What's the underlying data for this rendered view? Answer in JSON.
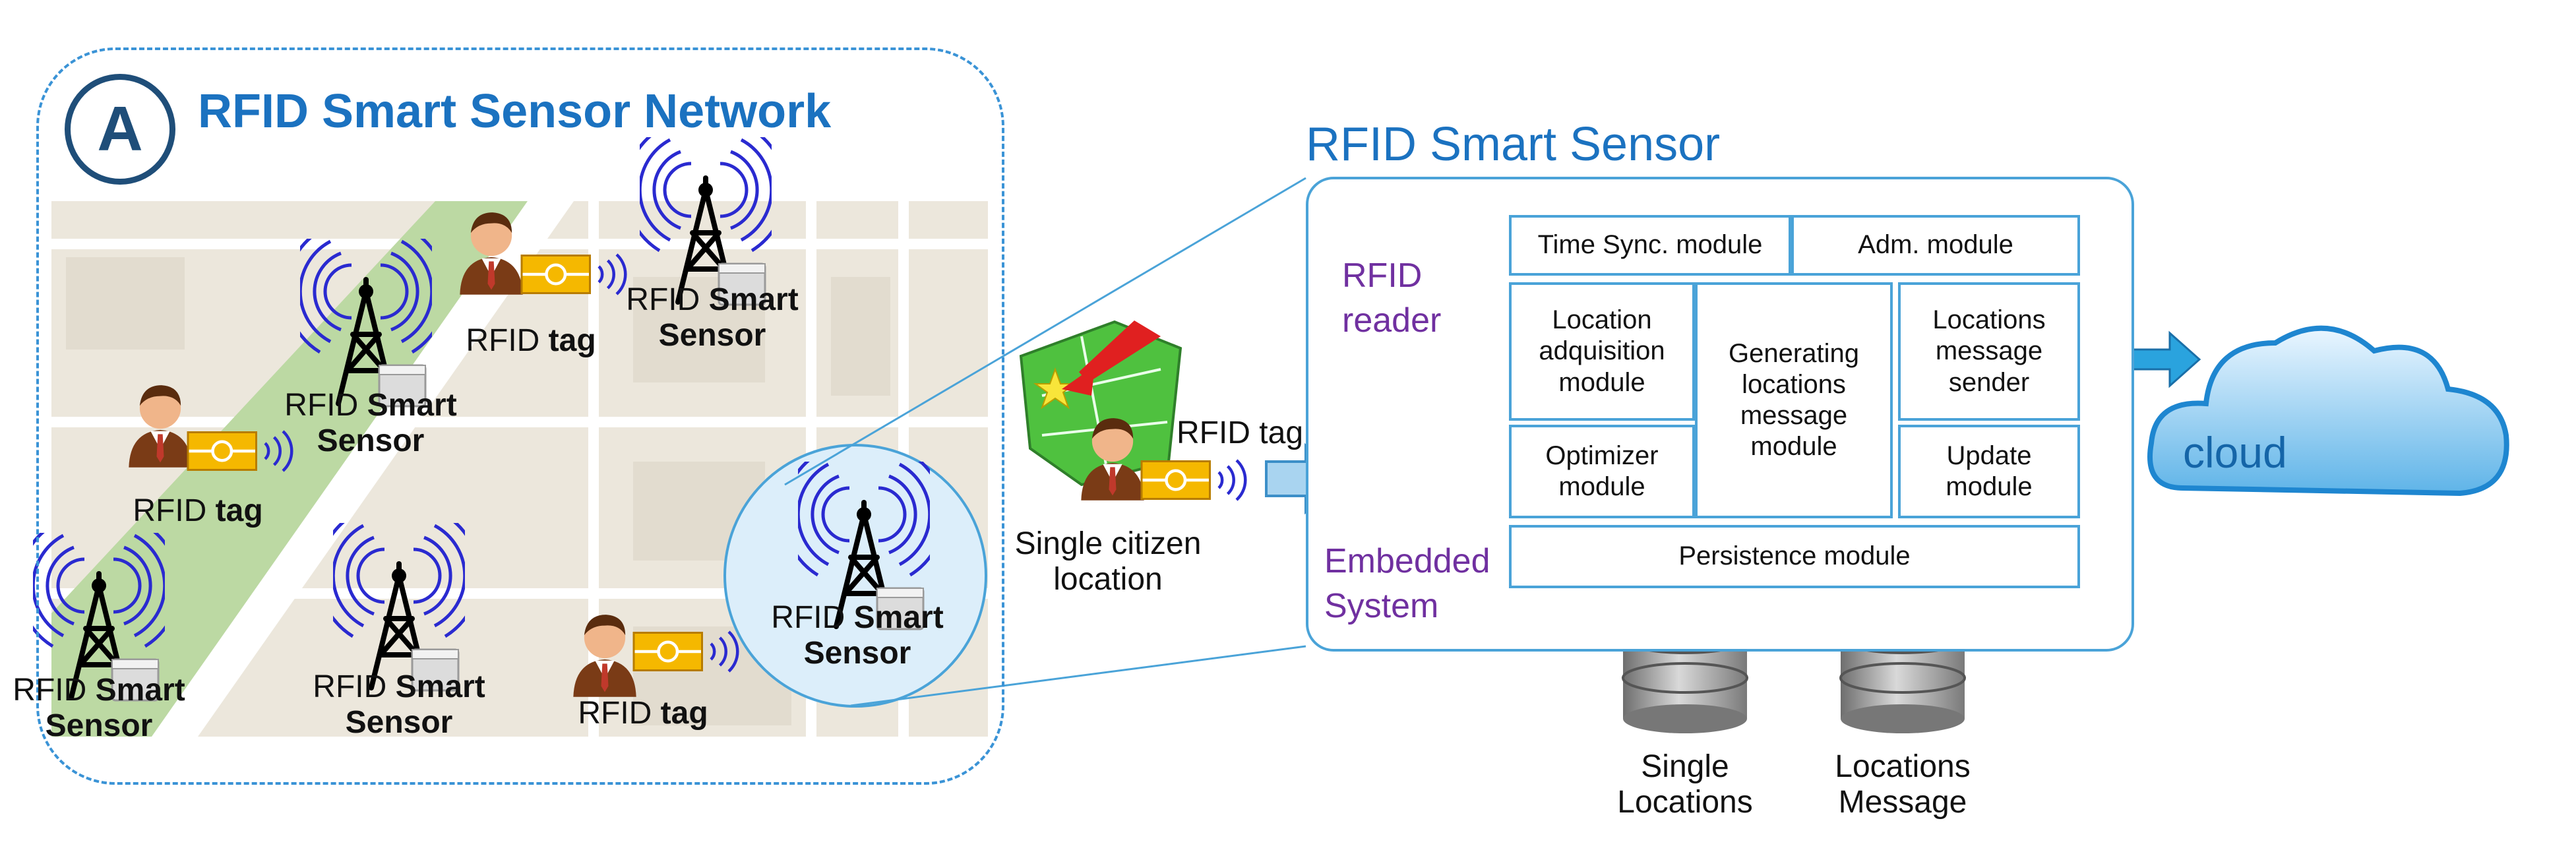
{
  "panel_a": {
    "badge": "A",
    "title": "RFID Smart Sensor Network",
    "sensors": [
      {
        "line1": "RFID ",
        "line1_bold": "Smart",
        "line2": "Sensor"
      },
      {
        "line1": "RFID ",
        "line1_bold": "Smart",
        "line2": "Sensor"
      },
      {
        "line1": "RFID ",
        "line1_bold": "Smart",
        "line2": "Sensor"
      },
      {
        "line1": "RFID ",
        "line1_bold": "Smart",
        "line2": "Sensor"
      },
      {
        "line1": "RFID ",
        "line1_bold": "Smart",
        "line2": "Sensor"
      }
    ],
    "tags": [
      {
        "prefix": "RFID ",
        "bold": "tag"
      },
      {
        "prefix": "RFID ",
        "bold": "tag"
      },
      {
        "prefix": "RFID ",
        "bold": "tag"
      }
    ]
  },
  "citizen": {
    "tag_label": "RFID tag",
    "caption_line1": "Single citizen",
    "caption_line2": "location"
  },
  "smart_sensor": {
    "title": "RFID Smart Sensor",
    "reader_line1": "RFID",
    "reader_line2": "reader",
    "embedded_line1": "Embedded",
    "embedded_line2": "System",
    "modules": {
      "time_sync": "Time Sync. module",
      "adm": "Adm. module",
      "location_acq": "Location adquisition module",
      "generating": "Generating locations message module",
      "loc_sender": "Locations message sender",
      "optimizer": "Optimizer module",
      "update": "Update module",
      "persistence": "Persistence module"
    }
  },
  "databases": [
    {
      "line1": "Single",
      "line2": "Locations"
    },
    {
      "line1": "Locations",
      "line2": "Message"
    }
  ],
  "cloud": {
    "label": "cloud"
  },
  "colors": {
    "title_blue": "#1b72c0",
    "border_blue": "#4aa3d8",
    "purple": "#7030a0",
    "antenna_blue": "#2a2ad0",
    "tag_yellow": "#f5b800"
  }
}
